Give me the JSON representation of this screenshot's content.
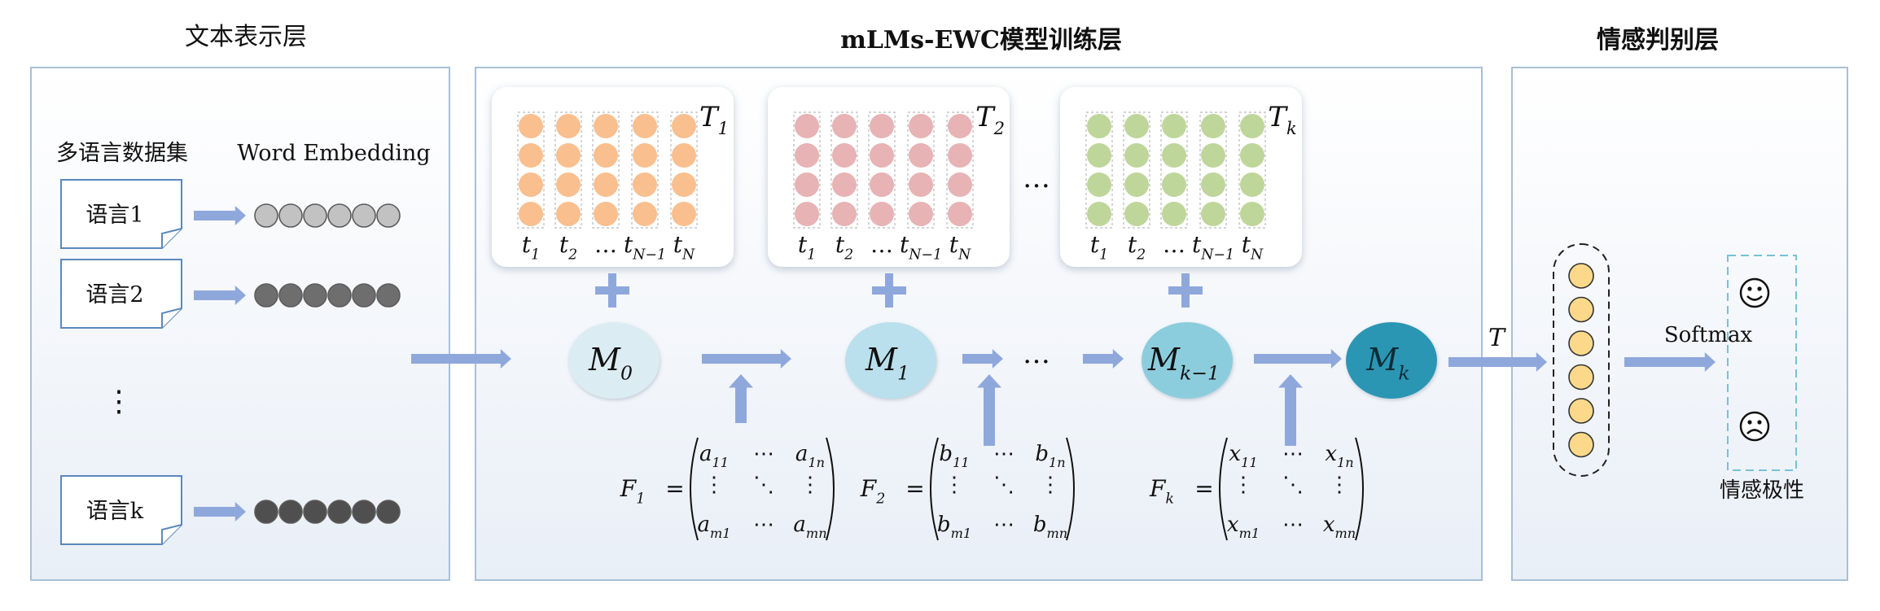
{
  "sections": {
    "text_layer": "文本表示层",
    "model_layer": "mLMs-EWC模型训练层",
    "sentiment_layer": "情感判别层"
  },
  "text_layer": {
    "dataset_label": "多语言数据集",
    "embedding_label": "Word Embedding",
    "docs": [
      {
        "label": "语言1",
        "dot_color": "#c2c2c2"
      },
      {
        "label": "语言2",
        "dot_color": "#6e6e6e"
      },
      {
        "label": "语言k",
        "dot_color": "#4f4f4f"
      }
    ],
    "vertical_ellipsis": "⋮"
  },
  "tasks": [
    {
      "name": "T",
      "sub": "1",
      "dot_color": "#f9bf8f"
    },
    {
      "name": "T",
      "sub": "2",
      "dot_color": "#e7b3b4"
    },
    {
      "name": "T",
      "sub": "k",
      "dot_color": "#bfd69b"
    }
  ],
  "token_labels": [
    {
      "base": "t",
      "sub": "1"
    },
    {
      "base": "t",
      "sub": "2"
    },
    {
      "base": "…",
      "sub": ""
    },
    {
      "base": "t",
      "sub": "N−1"
    },
    {
      "base": "t",
      "sub": "N"
    }
  ],
  "task_ellipsis": "…",
  "models": [
    {
      "base": "M",
      "sub": "0",
      "color": "#dcecf3"
    },
    {
      "base": "M",
      "sub": "1",
      "color": "#b9e0ec"
    },
    {
      "base": "M",
      "sub": "k−1",
      "color": "#8ccddd"
    },
    {
      "base": "M",
      "sub": "k",
      "color": "#2a96b4"
    }
  ],
  "model_ellipsis": "…",
  "fisher_matrices": [
    {
      "name": "F",
      "sub": "1",
      "var": "a",
      "cells": [
        [
          "a",
          "11"
        ],
        [
          "a",
          "1n"
        ],
        [
          "a",
          "m1"
        ],
        [
          "a",
          "mn"
        ]
      ]
    },
    {
      "name": "F",
      "sub": "2",
      "var": "b",
      "cells": [
        [
          "b",
          "11"
        ],
        [
          "b",
          "1n"
        ],
        [
          "b",
          "m1"
        ],
        [
          "b",
          "mn"
        ]
      ]
    },
    {
      "name": "F",
      "sub": "k",
      "var": "x",
      "cells": [
        [
          "x",
          "11"
        ],
        [
          "x",
          "1n"
        ],
        [
          "x",
          "m1"
        ],
        [
          "x",
          "mn"
        ]
      ]
    }
  ],
  "matrix_glyphs": {
    "h": "⋯",
    "v": "⋮",
    "d": "⋱",
    "eq": "="
  },
  "output": {
    "transfer_label": "T",
    "softmax_label": "Softmax",
    "polarity_label": "情感极性",
    "positive_icon": "smile-icon",
    "negative_icon": "frown-icon",
    "unit_color": "#fcd98a"
  },
  "colors": {
    "arrow": "#8fa8dc",
    "panel_border": "#a9bfd6",
    "plus": "#8fa8dc"
  }
}
